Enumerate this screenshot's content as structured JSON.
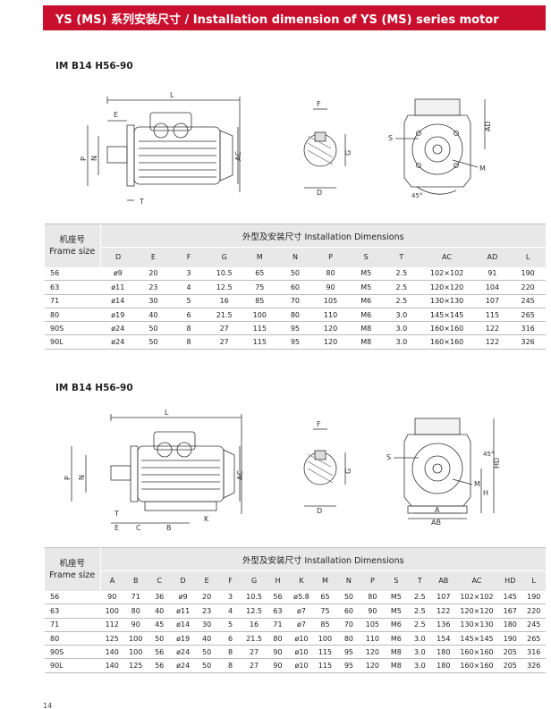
{
  "banner": {
    "title": "YS (MS) 系列安装尺寸 / Installation dimension of YS (MS) series motor"
  },
  "section1": {
    "title": "IM B14 H56-90",
    "labels": {
      "L": "L",
      "E": "E",
      "P": "P",
      "N": "N",
      "T": "T",
      "AC": "AC",
      "F": "F",
      "G": "G",
      "D": "D",
      "S": "S",
      "M": "M",
      "AD": "AD",
      "angle": "45°"
    },
    "table": {
      "frame_label_cn": "机座号",
      "frame_label_en": "Frame size",
      "group_label": "外型及安装尺寸 Installation Dimensions",
      "columns": [
        "D",
        "E",
        "F",
        "G",
        "M",
        "N",
        "P",
        "S",
        "T",
        "AC",
        "AD",
        "L"
      ],
      "rows": [
        [
          "56",
          "ø9",
          "20",
          "3",
          "10.5",
          "65",
          "50",
          "80",
          "M5",
          "2.5",
          "102×102",
          "91",
          "190"
        ],
        [
          "63",
          "ø11",
          "23",
          "4",
          "12.5",
          "75",
          "60",
          "90",
          "M5",
          "2.5",
          "120×120",
          "104",
          "220"
        ],
        [
          "71",
          "ø14",
          "30",
          "5",
          "16",
          "85",
          "70",
          "105",
          "M6",
          "2.5",
          "130×130",
          "107",
          "245"
        ],
        [
          "80",
          "ø19",
          "40",
          "6",
          "21.5",
          "100",
          "80",
          "110",
          "M6",
          "3.0",
          "145×145",
          "115",
          "265"
        ],
        [
          "90S",
          "ø24",
          "50",
          "8",
          "27",
          "115",
          "95",
          "120",
          "M8",
          "3.0",
          "160×160",
          "122",
          "316"
        ],
        [
          "90L",
          "ø24",
          "50",
          "8",
          "27",
          "115",
          "95",
          "120",
          "M8",
          "3.0",
          "160×160",
          "122",
          "326"
        ]
      ]
    }
  },
  "section2": {
    "title": "IM B14 H56-90",
    "labels": {
      "L": "L",
      "E": "E",
      "C": "C",
      "B": "B",
      "K": "K",
      "P": "P",
      "N": "N",
      "T": "T",
      "AC": "AC",
      "F": "F",
      "G": "G",
      "D": "D",
      "S": "S",
      "M": "M",
      "H": "H",
      "HD": "HD",
      "A": "A",
      "AB": "AB",
      "angle": "45°"
    },
    "table": {
      "frame_label_cn": "机座号",
      "frame_label_en": "Frame size",
      "group_label": "外型及安装尺寸 Installation Dimensions",
      "columns": [
        "A",
        "B",
        "C",
        "D",
        "E",
        "F",
        "G",
        "H",
        "K",
        "M",
        "N",
        "P",
        "S",
        "T",
        "AB",
        "AC",
        "HD",
        "L"
      ],
      "rows": [
        [
          "56",
          "90",
          "71",
          "36",
          "ø9",
          "20",
          "3",
          "10.5",
          "56",
          "ø5.8",
          "65",
          "50",
          "80",
          "M5",
          "2.5",
          "107",
          "102×102",
          "145",
          "190"
        ],
        [
          "63",
          "100",
          "80",
          "40",
          "ø11",
          "23",
          "4",
          "12.5",
          "63",
          "ø7",
          "75",
          "60",
          "90",
          "M5",
          "2.5",
          "122",
          "120×120",
          "167",
          "220"
        ],
        [
          "71",
          "112",
          "90",
          "45",
          "ø14",
          "30",
          "5",
          "16",
          "71",
          "ø7",
          "85",
          "70",
          "105",
          "M6",
          "2.5",
          "136",
          "130×130",
          "180",
          "245"
        ],
        [
          "80",
          "125",
          "100",
          "50",
          "ø19",
          "40",
          "6",
          "21.5",
          "80",
          "ø10",
          "100",
          "80",
          "110",
          "M6",
          "3.0",
          "154",
          "145×145",
          "190",
          "265"
        ],
        [
          "90S",
          "140",
          "100",
          "56",
          "ø24",
          "50",
          "8",
          "27",
          "90",
          "ø10",
          "115",
          "95",
          "120",
          "M8",
          "3.0",
          "180",
          "160×160",
          "205",
          "316"
        ],
        [
          "90L",
          "140",
          "125",
          "56",
          "ø24",
          "50",
          "8",
          "27",
          "90",
          "ø10",
          "115",
          "95",
          "120",
          "M8",
          "3.0",
          "180",
          "160×160",
          "205",
          "326"
        ]
      ]
    }
  },
  "page": {
    "number": "14"
  }
}
